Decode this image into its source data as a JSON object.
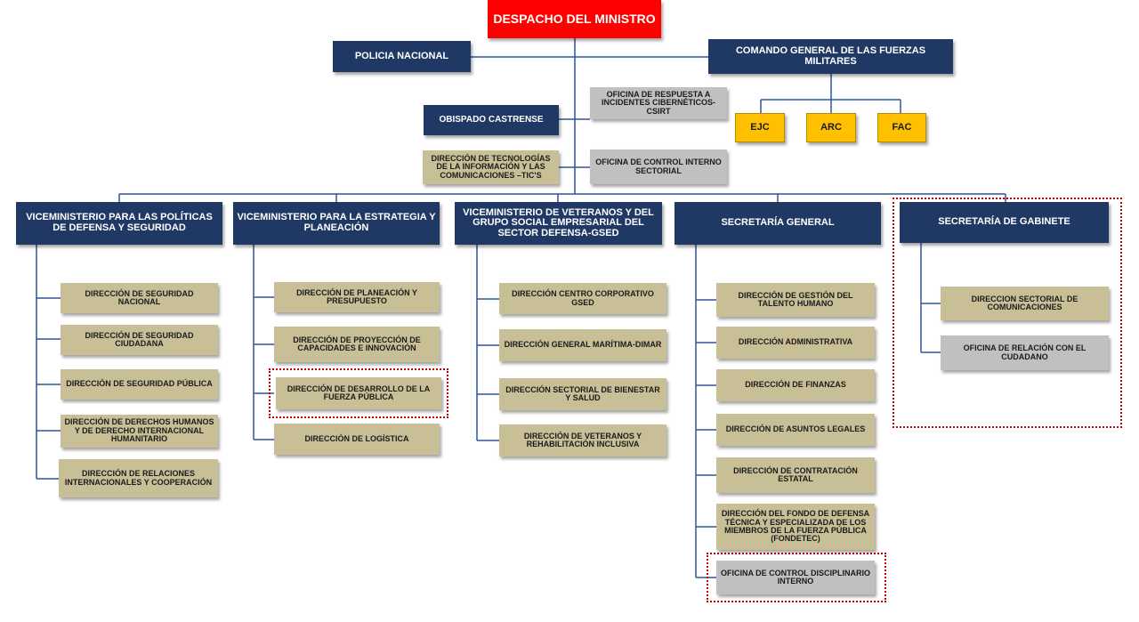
{
  "header": {
    "minister": "DESPACHO DEL MINISTRO",
    "policia": "POLICIA NACIONAL",
    "comando": "COMANDO GENERAL DE LAS FUERZAS MILITARES",
    "forces": [
      "EJC",
      "ARC",
      "FAC"
    ],
    "obispado": "OBISPADO CASTRENSE",
    "csirt": "OFICINA DE RESPUESTA A INCIDENTES CIBERNÉTICOS-CSIRT",
    "tics": "DIRECCIÓN DE TECNOLOGÍAS DE LA INFORMACIÓN Y LAS COMUNICACIONES –TIC'S",
    "control_interno": "OFICINA DE CONTROL INTERNO SECTORIAL"
  },
  "columns": [
    {
      "title": "VICEMINISTERIO PARA LAS POLÍTICAS DE DEFENSA Y SEGURIDAD",
      "items": [
        "DIRECCIÓN DE SEGURIDAD NACIONAL",
        "DIRECCIÓN DE SEGURIDAD CIUDADANA",
        "DIRECCIÓN DE SEGURIDAD PÚBLICA",
        "DIRECCIÓN DE DERECHOS HUMANOS Y DE DERECHO INTERNACIONAL HUMANITARIO",
        "DIRECCIÓN DE RELACIONES INTERNACIONALES Y COOPERACIÓN"
      ]
    },
    {
      "title": "VICEMINISTERIO PARA LA ESTRATEGIA Y PLANEACIÓN",
      "items": [
        "DIRECCIÓN DE PLANEACIÓN Y PRESUPUESTO",
        "DIRECCIÓN DE PROYECCIÓN DE CAPACIDADES E INNOVACIÓN",
        "DIRECCIÓN DE DESARROLLO DE LA FUERZA PÚBLICA",
        "DIRECCIÓN DE LOGÍSTICA"
      ]
    },
    {
      "title": "VICEMINISTERIO DE VETERANOS Y DEL GRUPO SOCIAL EMPRESARIAL DEL SECTOR DEFENSA-GSED",
      "items": [
        "DIRECCIÓN CENTRO CORPORATIVO GSED",
        "DIRECCIÓN GENERAL MARÍTIMA-DIMAR",
        "DIRECCIÓN SECTORIAL DE BIENESTAR Y SALUD",
        "DIRECCIÓN DE VETERANOS Y REHABILITACIÓN INCLUSIVA"
      ]
    },
    {
      "title": "SECRETARÍA GENERAL",
      "items": [
        "DIRECCIÓN DE GESTIÓN DEL TALENTO HUMANO",
        "DIRECCIÓN ADMINISTRATIVA",
        "DIRECCIÓN DE FINANZAS",
        "DIRECCIÓN DE ASUNTOS LEGALES",
        "DIRECCIÓN DE CONTRATACIÓN ESTATAL",
        "DIRECCIÓN DEL FONDO DE DEFENSA TÉCNICA Y ESPECIALIZADA DE LOS MIEMBROS DE LA FUERZA PÚBLICA (FONDETEC)",
        "OFICINA DE CONTROL DISCIPLINARIO INTERNO"
      ]
    },
    {
      "title": "SECRETARÍA DE GABINETE",
      "items": [
        "DIRECCION SECTORIAL DE COMUNICACIONES",
        "OFICINA DE RELACIÓN CON EL CUDADANO"
      ]
    }
  ],
  "colors": {
    "minister": "#ff0000",
    "navy": "#1f3864",
    "tan": "#c9bf97",
    "grey": "#c0c0c0",
    "gold": "#ffc000",
    "connector": "#2f5597",
    "highlight": "#c00000"
  }
}
